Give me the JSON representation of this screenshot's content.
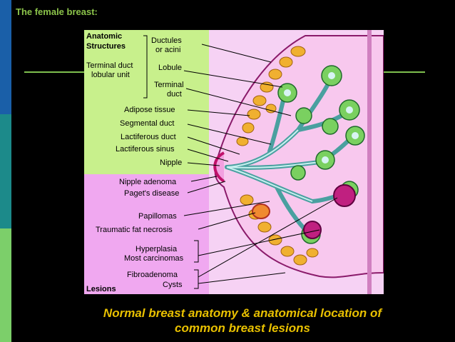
{
  "slide": {
    "title": "The female breast:",
    "caption_line1": "Normal breast anatomy & anatomical location of",
    "caption_line2": "common breast lesions",
    "accent_green": "#8bc34a",
    "caption_color": "#e8c000"
  },
  "diagram": {
    "header_anatomic_line1": "Anatomic",
    "header_anatomic_line2": "Structures",
    "tdlu_line1": "Terminal duct",
    "tdlu_line2": "lobular unit",
    "ductules_line1": "Ductules",
    "ductules_line2": "or acini",
    "lobule": "Lobule",
    "terminal_duct_line1": "Terminal",
    "terminal_duct_line2": "duct",
    "adipose": "Adipose tissue",
    "segmental": "Segmental duct",
    "lactiferous_duct": "Lactiferous duct",
    "lactiferous_sinus": "Lactiferous sinus",
    "nipple": "Nipple",
    "nipple_adenoma": "Nipple adenoma",
    "pagets": "Paget's disease",
    "papillomas": "Papillomas",
    "fat_necrosis": "Traumatic fat necrosis",
    "hyperplasia": "Hyperplasia",
    "carcinomas": "Most carcinomas",
    "fibroadenoma": "Fibroadenoma",
    "cysts": "Cysts",
    "lesions_header": "Lesions",
    "anatomic_panel_color": "#c8f08c",
    "lesion_panel_color": "#f0a8f0"
  }
}
